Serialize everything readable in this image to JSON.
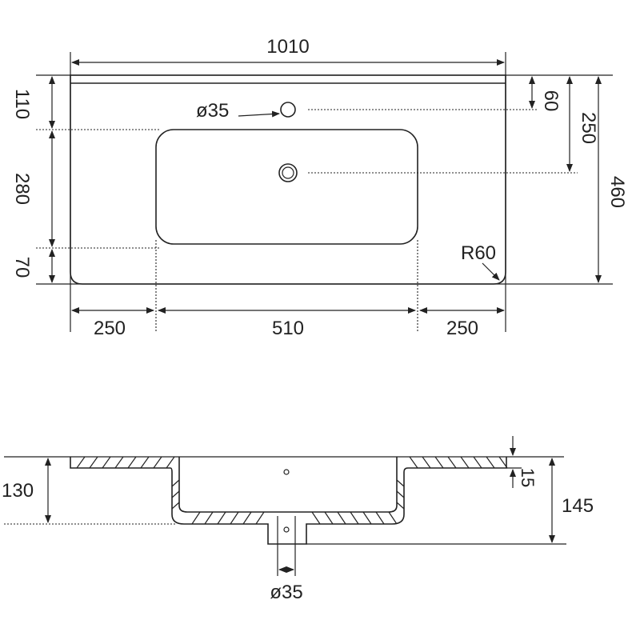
{
  "top_view": {
    "overall_width": "1010",
    "overall_depth": "460",
    "tap_hole_diameter": "ø35",
    "tap_hole_offset": "60",
    "drain_offset": "250",
    "left_front_margin": "110",
    "basin_depth": "280",
    "rear_margin": "70",
    "left_margin": "250",
    "basin_width": "510",
    "right_margin": "250",
    "corner_radius": "R60"
  },
  "section_view": {
    "basin_depth": "130",
    "total_height": "145",
    "slab_thickness": "15",
    "drain_diameter": "ø35"
  }
}
